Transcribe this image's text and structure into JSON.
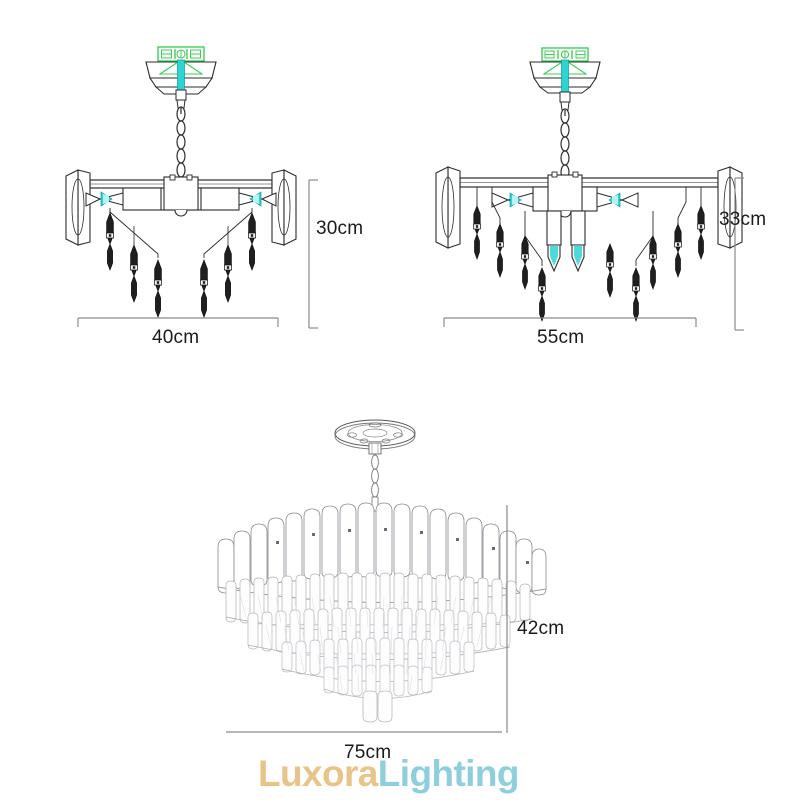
{
  "page": {
    "background": "#ffffff",
    "line_color": "#2b2b2b",
    "accent_cyan": "#2dd4d4",
    "accent_green": "#3ecf5a",
    "dim_line_color": "#8a8a8a",
    "text_color": "#1a1a1a"
  },
  "figures": [
    {
      "id": "fig-a",
      "name": "chandelier-40cm-front-view",
      "description": "Linear chandelier, front elevation, 2 lamp sockets, 6 crystal drops",
      "width_label": "40cm",
      "height_label": "30cm",
      "width_cm": 40,
      "height_cm": 30,
      "lamp_count": 2,
      "crystal_drop_count": 6
    },
    {
      "id": "fig-b",
      "name": "chandelier-55cm-front-view",
      "description": "Linear chandelier, front elevation, 4 lamp sockets, 10 crystal drops",
      "width_label": "55cm",
      "height_label": "33cm",
      "width_cm": 55,
      "height_cm": 33,
      "lamp_count": 4,
      "crystal_drop_count": 10
    },
    {
      "id": "fig-c",
      "name": "crystal-chandelier-75cm-front-view",
      "description": "Tiered round crystal chandelier, front elevation, 5 tiers",
      "width_label": "75cm",
      "height_label": "42cm",
      "width_cm": 75,
      "height_cm": 42,
      "top_panel_count": 19,
      "tier_count": 5
    }
  ],
  "labels": {
    "a_width": "40cm",
    "a_height": "30cm",
    "b_width": "55cm",
    "b_height": "33cm",
    "c_width": "75cm",
    "c_height": "42cm"
  },
  "logo": {
    "part1": "Luxora",
    "part2": "Lighting",
    "part1_color": "#e8c488",
    "part2_color": "#8fcfdd"
  }
}
